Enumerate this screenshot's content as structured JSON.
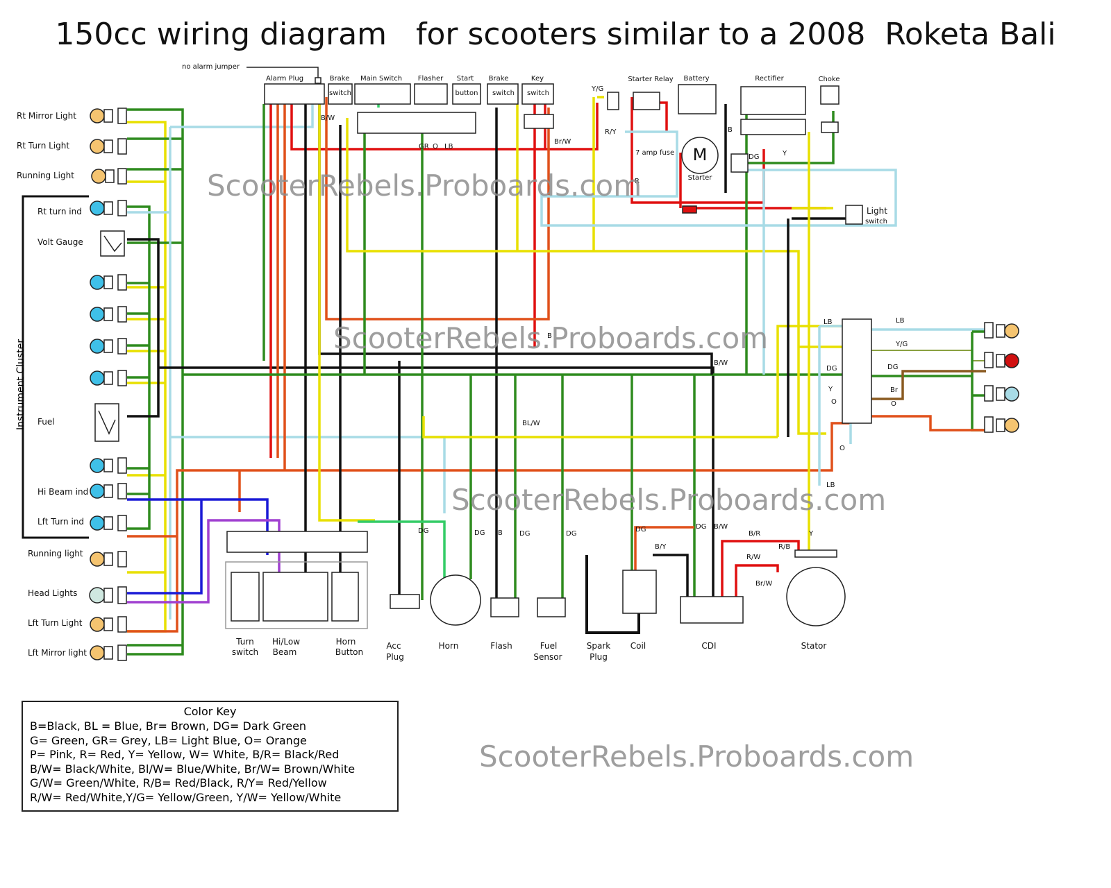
{
  "title": "150cc wiring diagram   for scooters similar to a 2008  Roketa Bali",
  "watermark": "ScooterRebels.Proboards.com",
  "left_lamps": [
    {
      "label": "Rt Mirror Light"
    },
    {
      "label": "Rt Turn Light"
    },
    {
      "label": "Running Light"
    },
    {
      "label": "Rt turn ind"
    },
    {
      "label": "Volt Gauge"
    },
    {
      "label": "Fuel"
    },
    {
      "label": "Hi Beam ind"
    },
    {
      "label": "Lft Turn ind"
    },
    {
      "label": "Running light"
    },
    {
      "label": "Head Lights"
    },
    {
      "label": "Lft Turn Light"
    },
    {
      "label": "Lft Mirror light"
    }
  ],
  "cluster_label": "Instrument Cluster",
  "jumper_label": "no alarm jumper",
  "top_components": {
    "alarm_plug": "Alarm Plug",
    "brake": "Brake",
    "brake_switch": "switch",
    "main_switch": "Main Switch",
    "flasher": "Flasher",
    "start": "Start",
    "start_button": "button",
    "brake2": "Brake",
    "brake2_switch": "switch",
    "key": "Key",
    "key_switch": "switch",
    "starter_relay": "Starter Relay",
    "battery": "Battery",
    "rectifier": "Rectifier",
    "choke": "Choke",
    "fuse": "7 amp fuse",
    "starter": "Starter",
    "starter_symbol": "M",
    "light_switch_1": "Light",
    "light_switch_2": "switch"
  },
  "bottom_components": [
    {
      "label1": "Turn",
      "label2": "switch"
    },
    {
      "label1": "Hi/Low",
      "label2": "Beam"
    },
    {
      "label1": "Horn",
      "label2": "Button"
    },
    {
      "label1": "Acc",
      "label2": "Plug"
    },
    {
      "label1": "Horn",
      "label2": ""
    },
    {
      "label1": "Flash",
      "label2": ""
    },
    {
      "label1": "Fuel",
      "label2": "Sensor"
    },
    {
      "label1": "Spark",
      "label2": "Plug"
    },
    {
      "label1": "Coil",
      "label2": ""
    },
    {
      "label1": "CDI",
      "label2": ""
    },
    {
      "label1": "Stator",
      "label2": ""
    }
  ],
  "wire_labels": {
    "bw1": "B/W",
    "gr": "GR",
    "o": "O",
    "lb": "LB",
    "brw": "Br/W",
    "yg": "Y/G",
    "ry": "R/Y",
    "r": "R",
    "b": "B",
    "dg": "DG",
    "y": "Y",
    "b2": "B",
    "bw2": "B/W",
    "blw": "BL/W",
    "dg_a": "DG",
    "dg_b": "DG",
    "b3": "B",
    "dg_c": "DG",
    "dg_d": "DG",
    "dg_e": "DG",
    "dg_f": "DG",
    "bw3": "B/W",
    "by": "B/Y",
    "br": "B/R",
    "rb": "R/B",
    "rw": "R/W",
    "brw2": "Br/W",
    "y2": "Y",
    "o2": "O",
    "lb2": "LB",
    "rlb": "LB",
    "rlb2": "LB",
    "ryg": "Y/G",
    "rdg": "DG",
    "rdg2": "DG",
    "rbr": "Br",
    "ry2": "Y",
    "ro": "O",
    "ro2": "O"
  },
  "color_key": {
    "title": "Color Key",
    "lines": [
      "B=Black,  BL = Blue, Br= Brown, DG= Dark Green",
      "G= Green, GR= Grey, LB= Light Blue, O= Orange",
      "P= Pink, R= Red, Y= Yellow, W= White, B/R= Black/Red",
      "B/W= Black/White, Bl/W= Blue/White,  Br/W= Brown/White",
      "G/W= Green/White, R/B= Red/Black, R/Y= Red/Yellow",
      "R/W= Red/White,Y/G= Yellow/Green, Y/W= Yellow/White"
    ]
  },
  "colors": {
    "black": "#111111",
    "green": "#2e8b1e",
    "yellow": "#e8e000",
    "orange": "#e0501a",
    "red": "#e01010",
    "lightblue": "#a8dbe6",
    "blue": "#1a1ad6",
    "purple": "#a040d0",
    "brown": "#8a5a20",
    "lightgreen": "#33cc66",
    "lamp_orange": "#f5c470",
    "lamp_blue": "#3fc0e8",
    "lamp_red": "#d01010"
  }
}
